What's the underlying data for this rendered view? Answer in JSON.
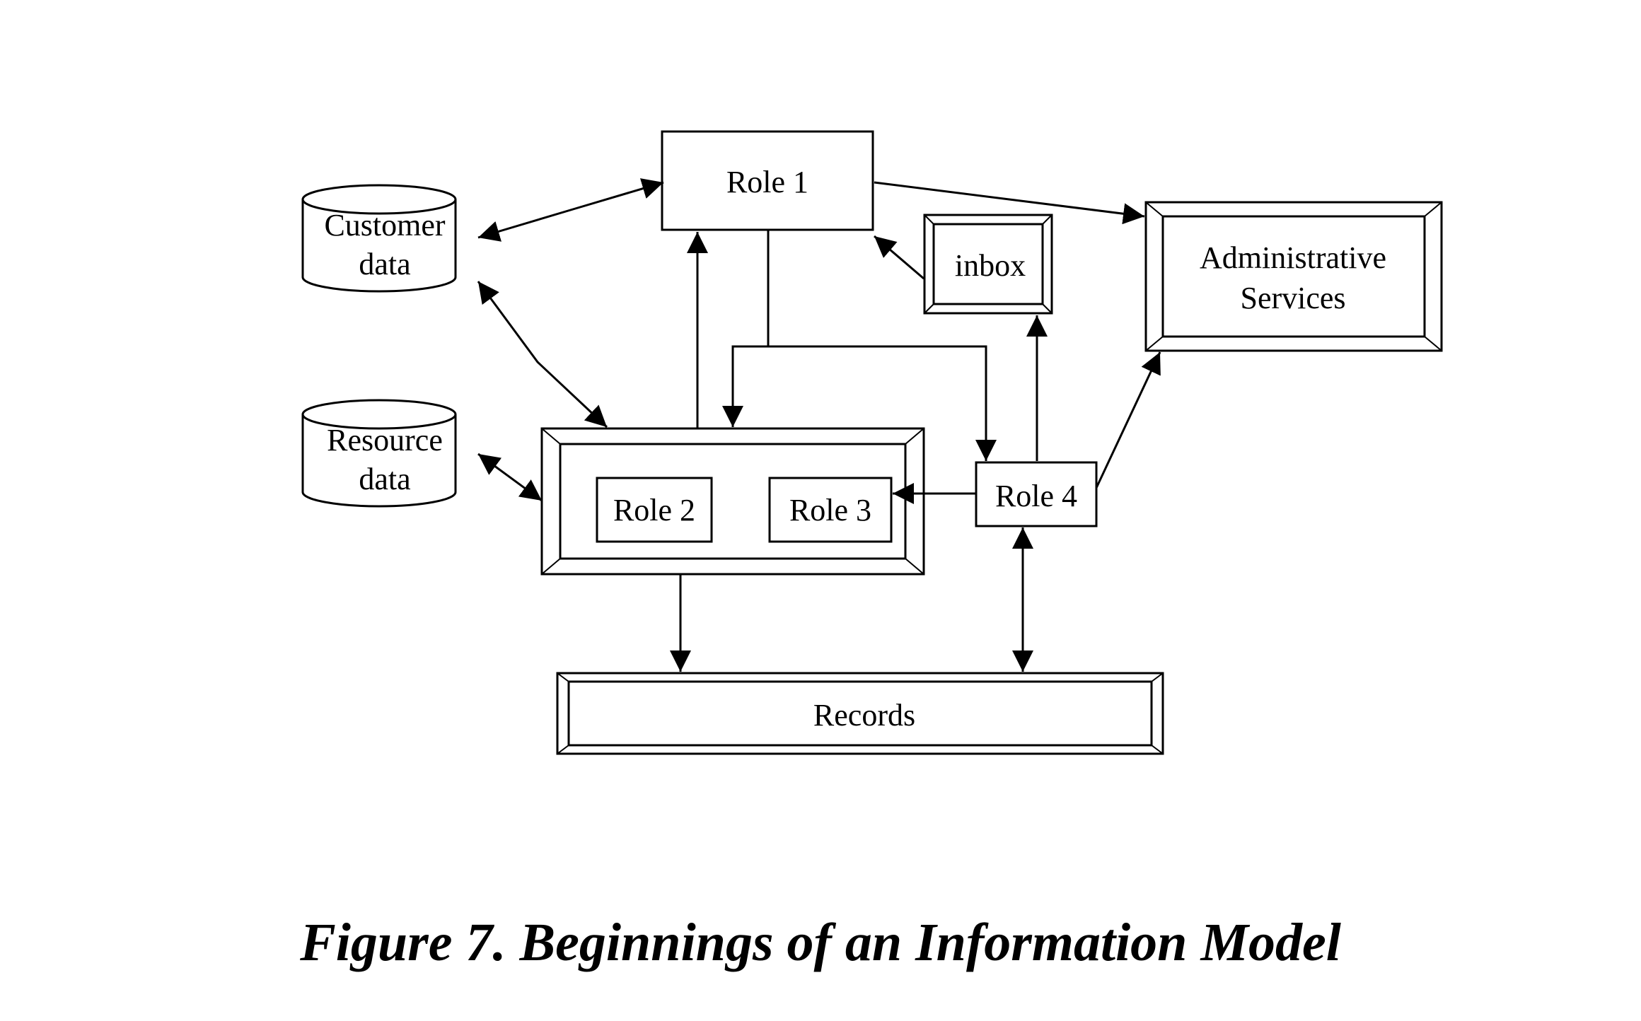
{
  "nodes": {
    "role1": "Role 1",
    "inbox": "inbox",
    "admin": [
      "Administrative",
      "Services"
    ],
    "customer_data": [
      "Customer",
      "data"
    ],
    "resource_data": [
      "Resource",
      "data"
    ],
    "role2": "Role 2",
    "role3": "Role 3",
    "role4": "Role 4",
    "records": "Records"
  },
  "edges": [
    {
      "from": "customer_data",
      "to": "role1",
      "direction": "both"
    },
    {
      "from": "role1",
      "to": "admin",
      "direction": "forward"
    },
    {
      "from": "inbox",
      "to": "role1",
      "direction": "forward"
    },
    {
      "from": "customer_data",
      "to": "role2_role3_group",
      "direction": "both"
    },
    {
      "from": "resource_data",
      "to": "role2_role3_group",
      "direction": "both"
    },
    {
      "from": "role2_role3_group",
      "to": "role1",
      "direction": "forward"
    },
    {
      "from": "role1",
      "to": "role2_role3_group",
      "direction": "forward"
    },
    {
      "from": "role1",
      "to": "role4",
      "direction": "forward"
    },
    {
      "from": "role4",
      "to": "inbox",
      "direction": "forward"
    },
    {
      "from": "role4",
      "to": "admin",
      "direction": "forward"
    },
    {
      "from": "role4",
      "to": "role3",
      "direction": "forward"
    },
    {
      "from": "role4",
      "to": "records",
      "direction": "both"
    },
    {
      "from": "role2_role3_group",
      "to": "records",
      "direction": "forward"
    }
  ],
  "caption": "Figure 7.  Beginnings of an Information Model"
}
